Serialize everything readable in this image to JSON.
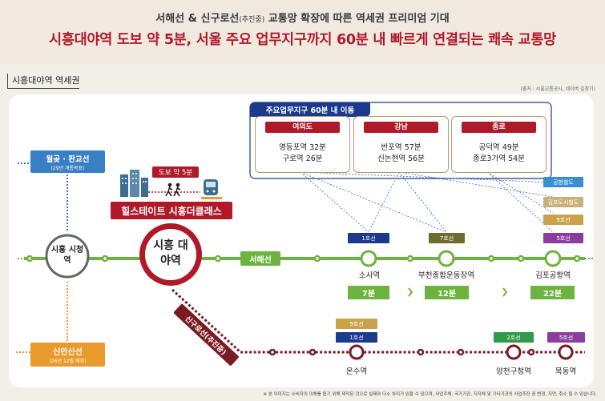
{
  "header": {
    "subtitle_main": "서해선 & 신구로선",
    "subtitle_tag": "(추진중)",
    "subtitle_rest": " 교통망 확장에 따른 역세권 프리미엄 기대",
    "title": "시흥대야역 도보 약 5분, 서울 주요 업무지구까지 60분 내 빠르게 연결되는 쾌속 교통망"
  },
  "section_title": "시흥대야역 역세권",
  "source": "(출처 : 서울교통공사, 네이버 길찾기)",
  "business": {
    "title": "주요업무지구 60분 내 이동",
    "cards": [
      {
        "name": "여의도",
        "lines": [
          "영등포역 32분",
          "구로역 26분"
        ]
      },
      {
        "name": "강남",
        "lines": [
          "반포역 57분",
          "신논현역 56분"
        ]
      },
      {
        "name": "종로",
        "lines": [
          "공덕역 49분",
          "종로3가역 54분"
        ]
      }
    ]
  },
  "wolgot": {
    "name": "월곶 · 판교선",
    "note": "(29년 개통목표)"
  },
  "shinansan": {
    "name": "신안산선",
    "note": "(26년 12월 예정)"
  },
  "walk": "도보 약 5분",
  "complex": "힐스테이트 시흥더클래스",
  "siheung_city": "시흥 시청역",
  "daeya": "시흥 대야역",
  "seohae_label": "서해선",
  "singuro_label": "신구로선(추진중)",
  "stations": {
    "sosa": "소사역",
    "bucheon": "부천종합운동장역",
    "gimpo": "김포공항역",
    "onsu": "온수역",
    "yangcheon": "양천구청역",
    "mokdong": "목동역"
  },
  "minutes": {
    "sosa": "7분",
    "bucheon": "12분",
    "gimpo": "22분"
  },
  "badges": {
    "line1": "1호선",
    "line7": "7호선",
    "line5": "5호선",
    "line9": "9호선",
    "line2": "2호선",
    "airport": "공항철도",
    "gimpo_gold": "김포도시철도"
  },
  "colors": {
    "seohae": "#6db33f",
    "singuro": "#7a1a22",
    "brand": "#b0192a",
    "shinansan": "#e99a2c",
    "wolgot": "#3a7fc4",
    "line1": "#1b3a8c",
    "line7": "#6f6b2e",
    "line5": "#8a3d9e",
    "line9": "#c9a24a",
    "line2": "#2e9a4a",
    "airport": "#3b8fd1",
    "gimpo_gold": "#c9b07a"
  },
  "footnote": "※ 본 이미지는 소비자의 이해를 돕기 위해 제작된 것으로 실제와 다소 차이가 있을 수 있으며, 사업주체, 국가기관, 지자체 및 기타기관의 사업추진 중 변경, 지연, 취소 될 수 있습니다."
}
